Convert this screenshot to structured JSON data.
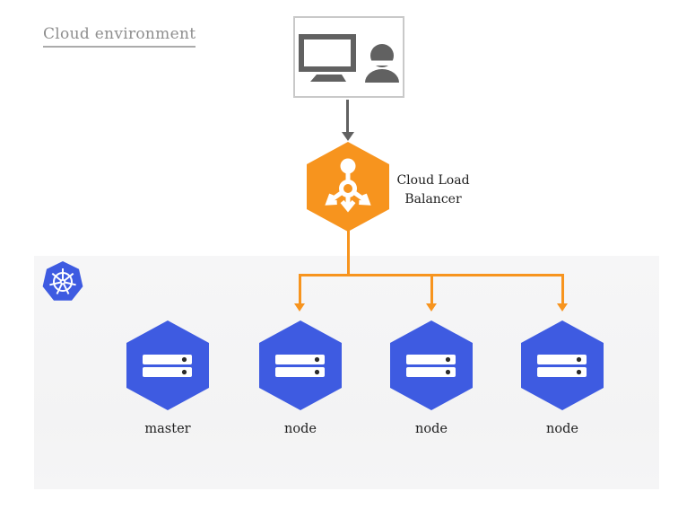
{
  "title": "Cloud environment",
  "client": {
    "icon": "monitor-user-icon"
  },
  "load_balancer": {
    "icon": "load-balancer-icon",
    "label_lines": [
      "Cloud Load",
      "Balancer"
    ]
  },
  "cluster": {
    "platform_icon": "kubernetes-logo-icon",
    "nodes": [
      {
        "label": "master",
        "icon": "server-icon"
      },
      {
        "label": "node",
        "icon": "server-icon"
      },
      {
        "label": "node",
        "icon": "server-icon"
      },
      {
        "label": "node",
        "icon": "server-icon"
      }
    ]
  },
  "colors": {
    "orange": "#F7941E",
    "blue": "#3E5BE1",
    "panel_background": "#F4F4F5",
    "icon_gray": "#616161",
    "title_gray": "#8E8E8E",
    "label_dark": "#1E1E1E"
  }
}
